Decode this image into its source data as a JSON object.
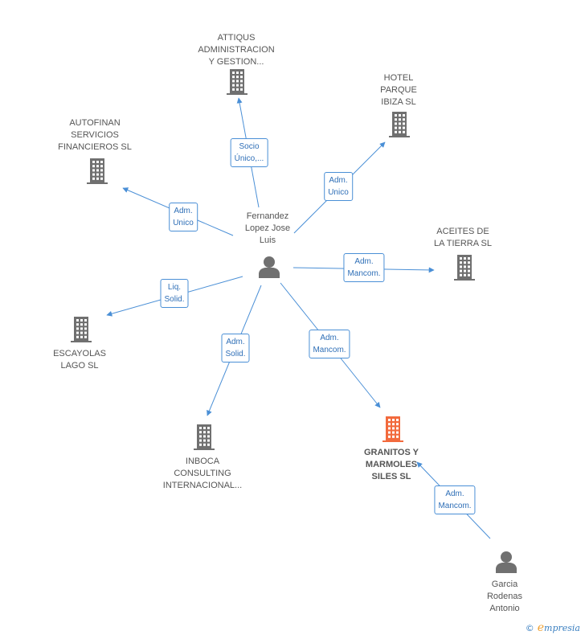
{
  "colors": {
    "edge": "#4a8fd6",
    "building": "#707070",
    "highlight": "#f26a3d",
    "person": "#707070"
  },
  "nodes": [
    {
      "id": "attiqus",
      "type": "company",
      "lines": [
        "ATTIQUS",
        "ADMINISTRACION",
        "Y GESTION..."
      ]
    },
    {
      "id": "hotel",
      "type": "company",
      "lines": [
        "HOTEL",
        "PARQUE",
        "IBIZA SL"
      ]
    },
    {
      "id": "autofinan",
      "type": "company",
      "lines": [
        "AUTOFINAN",
        "SERVICIOS",
        "FINANCIEROS SL"
      ]
    },
    {
      "id": "aceites",
      "type": "company",
      "lines": [
        "ACEITES DE",
        "LA TIERRA SL"
      ]
    },
    {
      "id": "escayolas",
      "type": "company",
      "lines": [
        "ESCAYOLAS",
        "LAGO SL"
      ]
    },
    {
      "id": "inboca",
      "type": "company",
      "lines": [
        "INBOCA",
        "CONSULTING",
        "INTERNACIONAL..."
      ]
    },
    {
      "id": "granitos",
      "type": "company",
      "highlight": true,
      "lines": [
        "GRANITOS Y",
        "MARMOLES",
        "SILES SL"
      ]
    },
    {
      "id": "fernandez",
      "type": "person",
      "lines": [
        "Fernandez",
        "Lopez Jose",
        "Luis"
      ]
    },
    {
      "id": "garcia",
      "type": "person",
      "lines": [
        "Garcia",
        "Rodenas",
        "Antonio"
      ]
    }
  ],
  "edges": [
    {
      "from": "fernandez",
      "to": "attiqus",
      "label": [
        "Socio",
        "Único,..."
      ]
    },
    {
      "from": "fernandez",
      "to": "hotel",
      "label": [
        "Adm.",
        "Unico"
      ]
    },
    {
      "from": "fernandez",
      "to": "autofinan",
      "label": [
        "Adm.",
        "Unico"
      ]
    },
    {
      "from": "fernandez",
      "to": "aceites",
      "label": [
        "Adm.",
        "Mancom."
      ]
    },
    {
      "from": "fernandez",
      "to": "escayolas",
      "label": [
        "Liq.",
        "Solid."
      ]
    },
    {
      "from": "fernandez",
      "to": "inboca",
      "label": [
        "Adm.",
        "Solid."
      ]
    },
    {
      "from": "fernandez",
      "to": "granitos",
      "label": [
        "Adm.",
        "Mancom."
      ]
    },
    {
      "from": "garcia",
      "to": "granitos",
      "label": [
        "Adm.",
        "Mancom."
      ]
    }
  ],
  "brand": {
    "copyright": "©",
    "initial": "e",
    "name": "mpresia"
  }
}
